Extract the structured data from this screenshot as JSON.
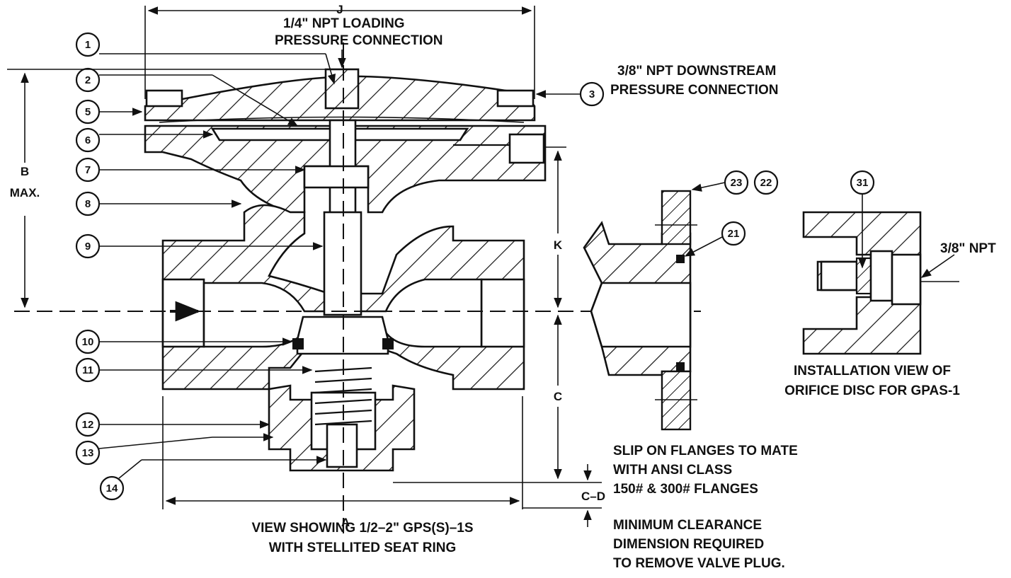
{
  "notes": {
    "loading_connection": [
      "1/4\" NPT LOADING",
      "PRESSURE CONNECTION"
    ],
    "downstream_connection": [
      "3/8\" NPT DOWNSTREAM",
      "PRESSURE CONNECTION"
    ],
    "installation_view": [
      "INSTALLATION VIEW OF",
      "ORIFICE DISC FOR GPAS-1"
    ],
    "npt_label": "3/8\" NPT",
    "flanges": [
      "SLIP ON FLANGES TO MATE",
      "WITH ANSI CLASS",
      "150# & 300# FLANGES"
    ],
    "clearance": [
      "MINIMUM CLEARANCE",
      "DIMENSION REQUIRED",
      "TO REMOVE VALVE PLUG."
    ],
    "view_caption": [
      "VIEW SHOWING 1/2–2\" GPS(S)–1S",
      "WITH STELLITED SEAT RING"
    ]
  },
  "dimensions": {
    "J": "J",
    "B": [
      "B",
      "MAX."
    ],
    "K": "K",
    "C": "C",
    "A": "A",
    "CD": "C–D"
  },
  "callouts": {
    "c1": "1",
    "c2": "2",
    "c3": "3",
    "c5": "5",
    "c6": "6",
    "c7": "7",
    "c8": "8",
    "c9": "9",
    "c10": "10",
    "c11": "11",
    "c12": "12",
    "c13": "13",
    "c14": "14",
    "c21": "21",
    "c22": "22",
    "c23": "23",
    "c31": "31"
  }
}
